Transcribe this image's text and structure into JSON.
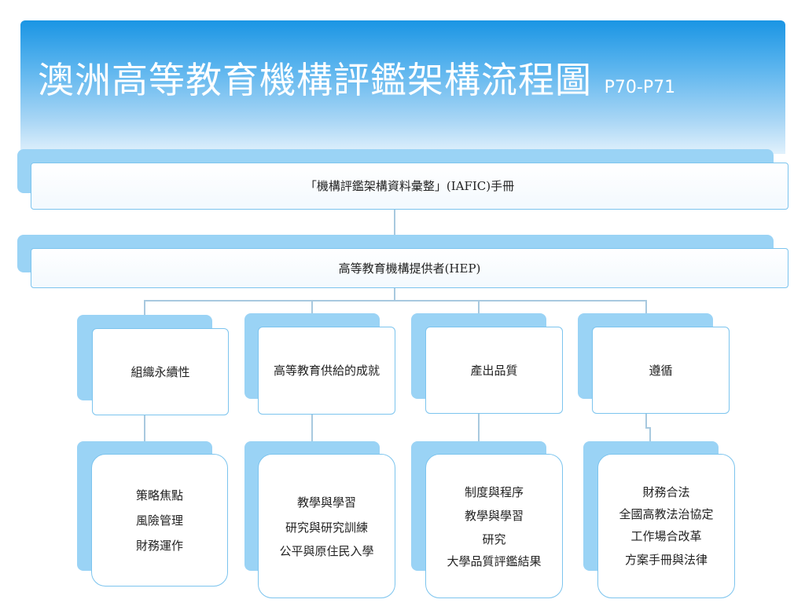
{
  "title": {
    "main": "澳洲高等教育機構評鑑架構流程圖",
    "pages": "P70-P71"
  },
  "top_box": "「機構評鑑架構資料彙整」(IAFIC)手冊",
  "hep_box": "高等教育機構提供者(HEP)",
  "columns": [
    {
      "heading": "組織永續性",
      "items": [
        "策略焦點",
        "風險管理",
        "財務運作"
      ]
    },
    {
      "heading": "高等教育供給的成就",
      "items": [
        "教學與學習",
        "研究與研究訓練",
        "公平與原住民入學"
      ]
    },
    {
      "heading": "產出品質",
      "items": [
        "制度與程序",
        "教學與學習",
        "研究",
        "大學品質評鑑結果"
      ]
    },
    {
      "heading": "遵循",
      "items": [
        "財務合法",
        "全國高教法治協定",
        "工作場合改革",
        "方案手冊與法律"
      ]
    }
  ],
  "colors": {
    "header": "#1a95e4",
    "shadow": "#9ad3f5",
    "border": "#7cc4ee",
    "connector": "#a8c9df"
  }
}
